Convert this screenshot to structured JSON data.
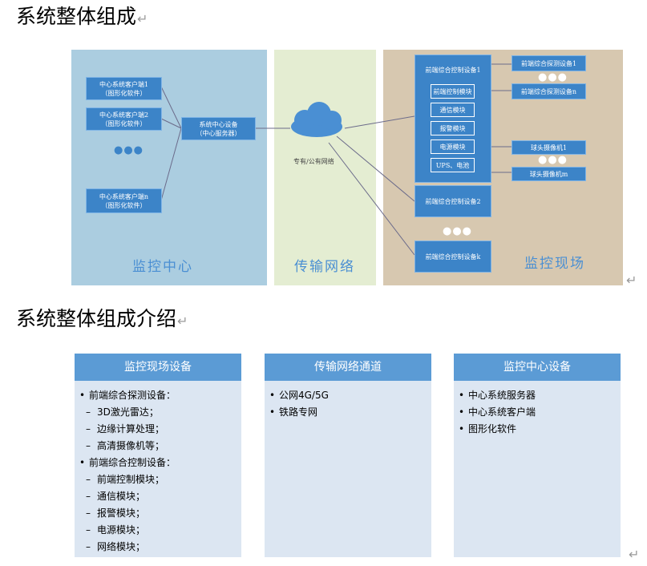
{
  "headings": {
    "h1": "系统整体组成",
    "h2": "系统整体组成介绍",
    "return_mark": "↵"
  },
  "diagram": {
    "center": {
      "label": "监控中心",
      "clients": [
        {
          "line1": "中心系统客户端1",
          "line2": "（图形化软件）"
        },
        {
          "line1": "中心系统客户端2",
          "line2": "（图形化软件）"
        },
        {
          "line1": "中心系统客户端n",
          "line2": "（图形化软件）"
        }
      ],
      "dots": "●●●",
      "server": {
        "line1": "系统中心设备",
        "line2": "（中心服务器）"
      }
    },
    "network": {
      "label": "传输网络",
      "cloud_caption": "专有/公有网络"
    },
    "field": {
      "label": "监控现场",
      "controller1": {
        "title": "前端综合控制设备1",
        "modules": [
          "前端控制模块",
          "通信模块",
          "报警模块",
          "电源模块",
          "UPS、电池"
        ]
      },
      "controller2": "前端综合控制设备2",
      "controllerk": "前端综合控制设备k",
      "detector1": "前端综合探测设备1",
      "detectorn": "前端综合探测设备n",
      "camera1": "球头摄像机1",
      "cameram": "球头摄像机m",
      "dots": "●●●"
    },
    "colors": {
      "center_bg": "#abcde0",
      "network_bg": "#e4edd2",
      "field_bg": "#d7c8b0",
      "box": "#3c84c8",
      "label": "#4a8fd3"
    }
  },
  "cards": [
    {
      "title": "监控现场设备",
      "items": [
        {
          "level": 1,
          "text": "前端综合探测设备："
        },
        {
          "level": 2,
          "text": "3D激光雷达；"
        },
        {
          "level": 2,
          "text": "边缘计算处理；"
        },
        {
          "level": 2,
          "text": "高清摄像机等；"
        },
        {
          "level": 1,
          "text": "前端综合控制设备："
        },
        {
          "level": 2,
          "text": "前端控制模块；"
        },
        {
          "level": 2,
          "text": "通信模块；"
        },
        {
          "level": 2,
          "text": "报警模块；"
        },
        {
          "level": 2,
          "text": "电源模块；"
        },
        {
          "level": 2,
          "text": "网络模块；"
        }
      ]
    },
    {
      "title": "传输网络通道",
      "items": [
        {
          "level": 1,
          "text": "公网4G/5G"
        },
        {
          "level": 1,
          "text": "铁路专网"
        }
      ]
    },
    {
      "title": "监控中心设备",
      "items": [
        {
          "level": 1,
          "text": "中心系统服务器"
        },
        {
          "level": 1,
          "text": "中心系统客户端"
        },
        {
          "level": 1,
          "text": "图形化软件"
        }
      ]
    }
  ]
}
